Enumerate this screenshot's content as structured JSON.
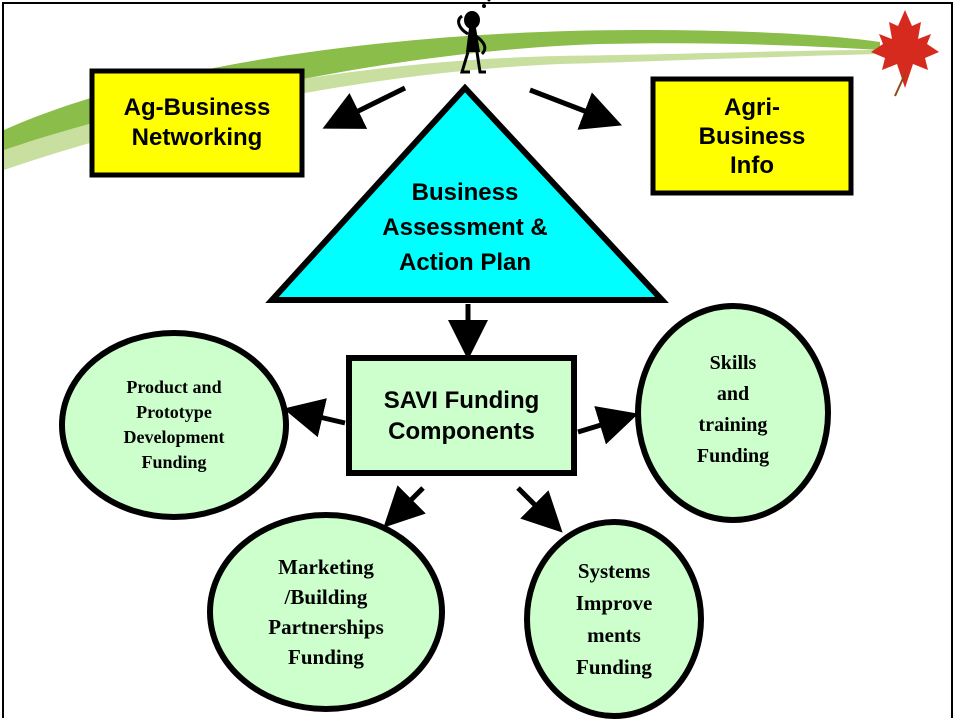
{
  "diagram": {
    "top_left_box": "Ag-Business\nNetworking",
    "top_right_box": "Agri-\nBusiness\nInfo",
    "triangle": "Business\nAssessment &\nAction Plan",
    "center_box": "SAVI Funding\nComponents",
    "circle_left": "Product and\nPrototype\nDevelopment\nFunding",
    "circle_right": "Skills\nand\ntraining\nFunding",
    "circle_bottom_left": "Marketing\n/Building\nPartnerships\nFunding",
    "circle_bottom_right": "Systems\nImprove\nments\nFunding"
  },
  "colors": {
    "box_fill": "#ffff00",
    "triangle_fill": "#00ffff",
    "circle_fill": "#ccffcc",
    "center_box_fill": "#ccffcc",
    "swoosh": "#7db542",
    "maple_leaf": "#d62a1e"
  },
  "icons": [
    "thinking-figure-icon",
    "maple-leaf-icon"
  ]
}
